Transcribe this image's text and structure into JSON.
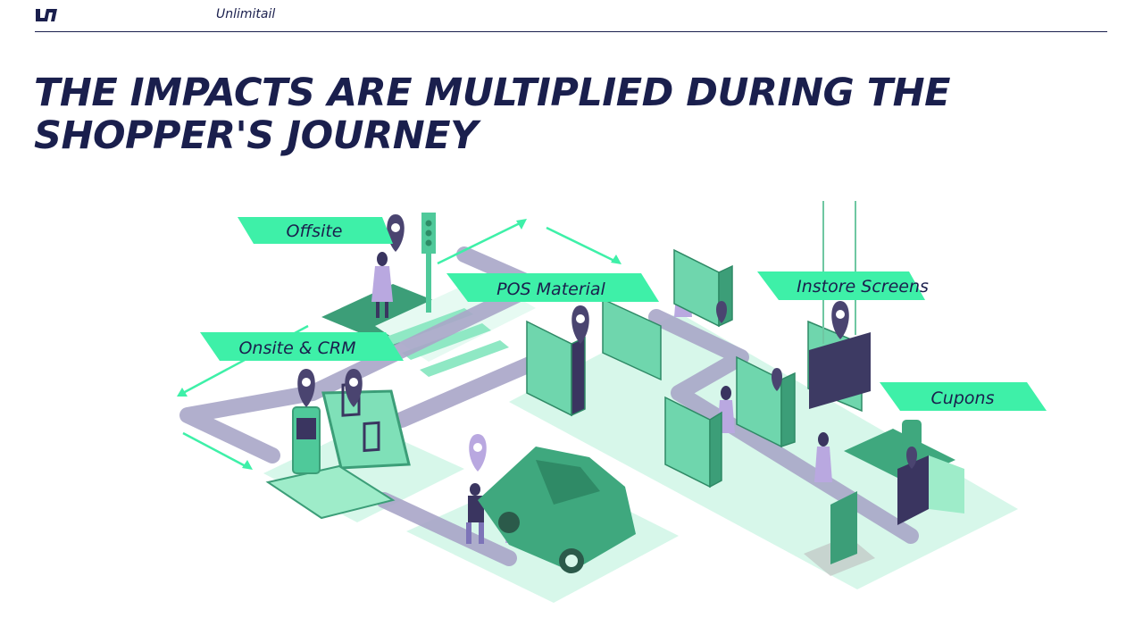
{
  "header": {
    "brand": "Unlimitail"
  },
  "slide": {
    "title_line_1": "THE IMPACTS ARE MULTIPLIED DURING THE",
    "title_line_2": "SHOPPER'S JOURNEY"
  },
  "journey_tags": {
    "offsite": "Offsite",
    "pos_material": "POS Material",
    "instore_screens": "Instore Screens",
    "onsite_crm": "Onsite & CRM",
    "cupons": "Cupons"
  },
  "colors": {
    "navy": "#1a1f4d",
    "mint": "#3ef0a8",
    "green": "#3c9e78",
    "light_mint": "#d7f7ea",
    "path_lavender": "#a9a6c8",
    "pin_purple": "#4a4470"
  }
}
